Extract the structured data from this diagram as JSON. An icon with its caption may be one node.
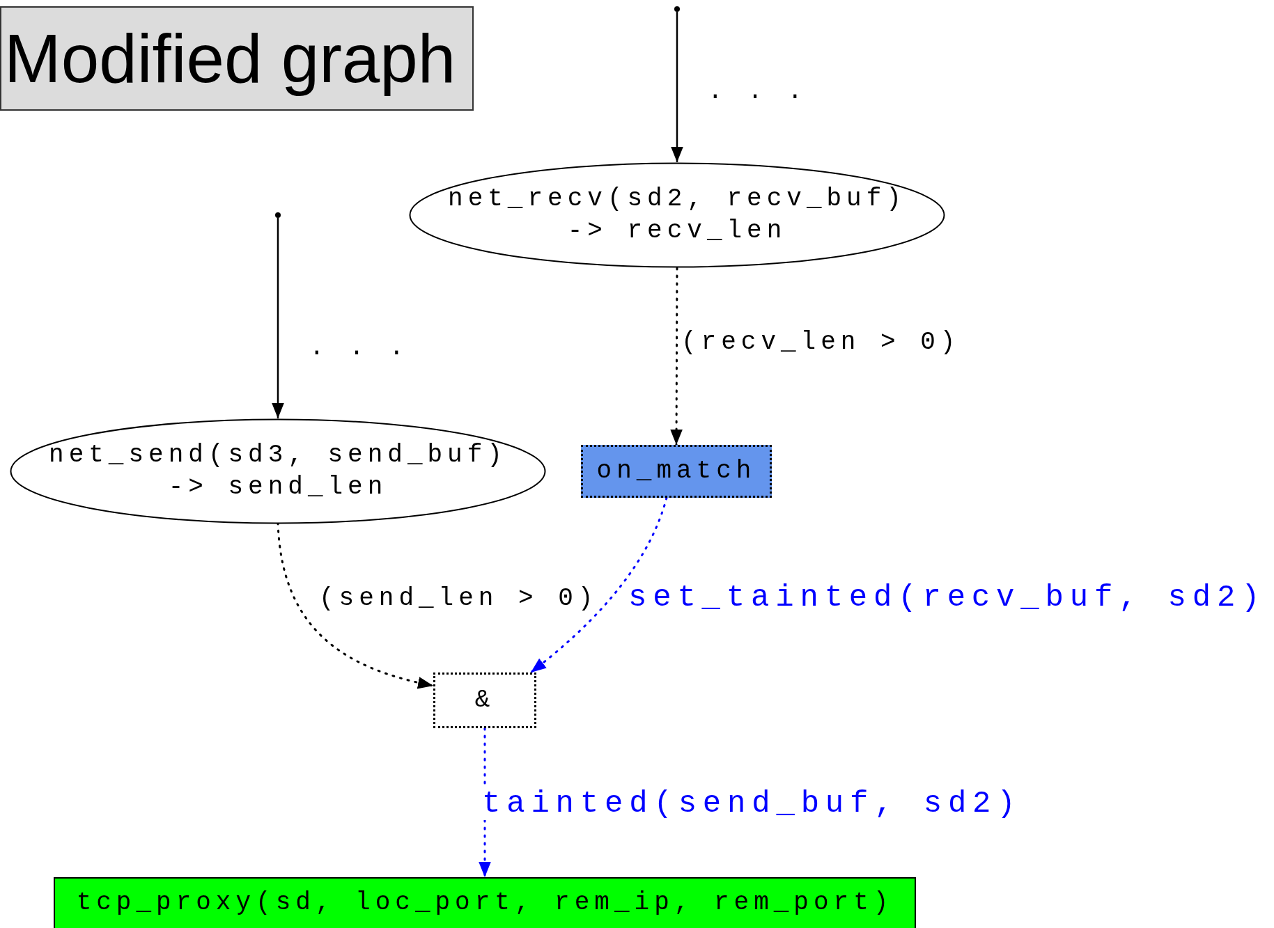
{
  "diagram": {
    "title": "Modified graph",
    "nodes": [
      {
        "text": [],
        "shape": "circle"
      },
      {
        "text": [
          "net_recv(sd2, recv_buf) -> recv_len"
        ]
      },
      {
        "text": [],
        "shape": "circle"
      },
      {
        "text": [
          "net_send(sd3, send_buf) -> send_len"
        ]
      },
      {
        "text": [
          "on_match"
        ]
      },
      {
        "text": [
          "&"
        ]
      },
      {
        "text": [
          "tcp_proxy(sd, loc_port, rem_ip, rem_port)"
        ]
      }
    ],
    "edges": [
      {
        "from": 0,
        "to": 1,
        "arrow": "to",
        "label": ". . ."
      },
      {
        "from": 2,
        "to": 3,
        "arrow": "to",
        "label": ". . ."
      },
      {
        "from": 1,
        "to": 4,
        "arrow": "to",
        "label": "(recv_len > 0)",
        "style": "dashed"
      },
      {
        "from": 3,
        "to": 5,
        "arrow": "to",
        "label": "(send_len > 0)",
        "style": "dashed"
      },
      {
        "from": 4,
        "to": 5,
        "arrow": "to",
        "label": "set_tainted(recv_buf, sd2)",
        "style": "dashed",
        "color": "#0000ff"
      },
      {
        "from": 5,
        "to": 6,
        "arrow": "to",
        "label": "tainted(send_buf, sd2)",
        "style": "dashed",
        "color": "#0000ff"
      }
    ]
  }
}
